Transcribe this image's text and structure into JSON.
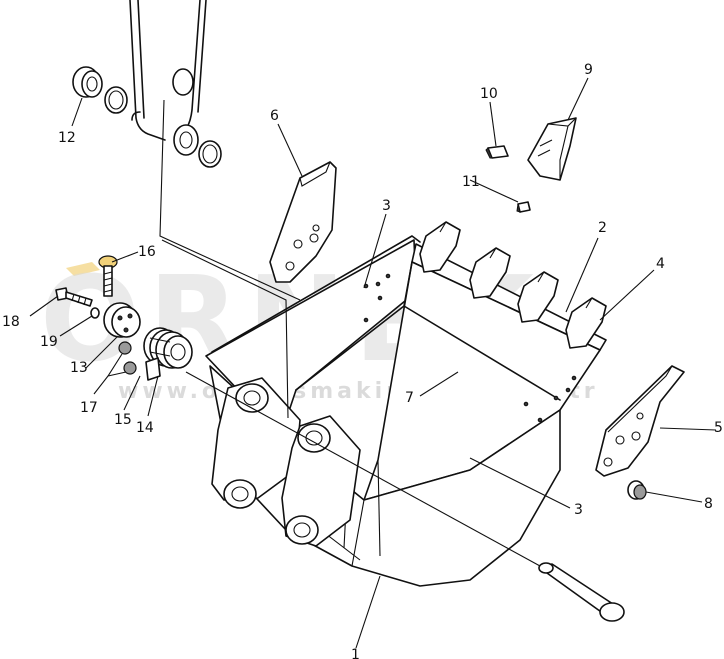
{
  "watermark": {
    "brand": "ORNEK",
    "url": "www.orneksmakinalari.com.tr"
  },
  "callouts": [
    {
      "id": "1",
      "text": "1"
    },
    {
      "id": "2",
      "text": "2"
    },
    {
      "id": "3a",
      "text": "3"
    },
    {
      "id": "3b",
      "text": "3"
    },
    {
      "id": "4",
      "text": "4"
    },
    {
      "id": "5",
      "text": "5"
    },
    {
      "id": "6",
      "text": "6"
    },
    {
      "id": "7",
      "text": "7"
    },
    {
      "id": "8",
      "text": "8"
    },
    {
      "id": "9",
      "text": "9"
    },
    {
      "id": "10",
      "text": "10"
    },
    {
      "id": "11",
      "text": "11"
    },
    {
      "id": "12",
      "text": "12"
    },
    {
      "id": "13",
      "text": "13"
    },
    {
      "id": "14",
      "text": "14"
    },
    {
      "id": "15",
      "text": "15"
    },
    {
      "id": "16",
      "text": "16"
    },
    {
      "id": "17",
      "text": "17"
    },
    {
      "id": "18",
      "text": "18"
    },
    {
      "id": "19",
      "text": "19"
    }
  ],
  "colors": {
    "line": "#111111",
    "watermark": "#d9d9d9",
    "watermark_accent": "#f2d27a"
  }
}
